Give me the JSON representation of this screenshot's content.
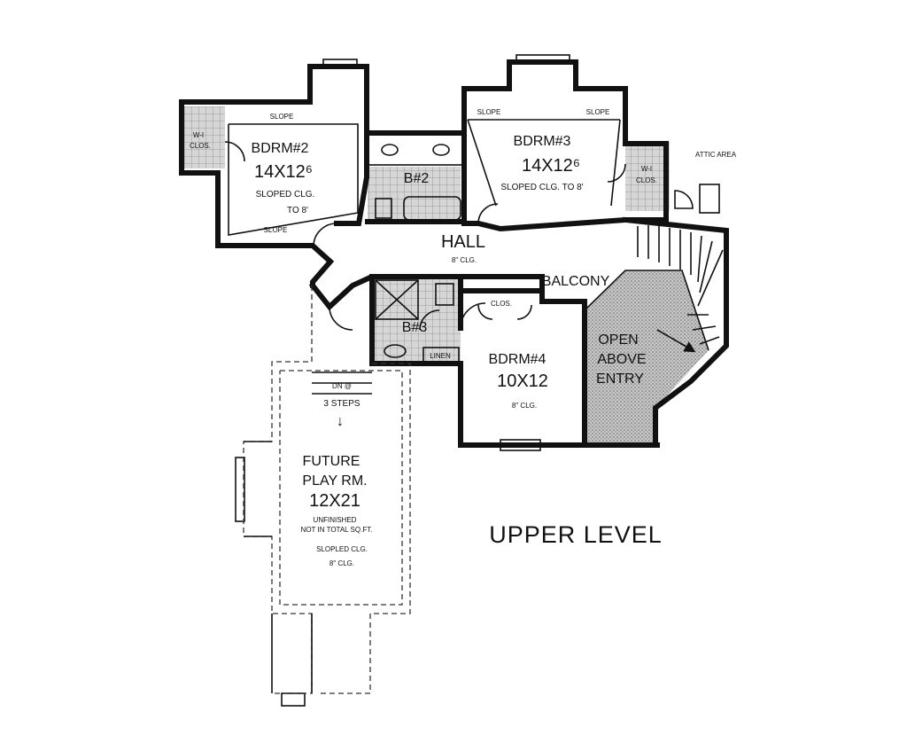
{
  "title": "UPPER LEVEL",
  "rooms": {
    "bdrm2": {
      "name": "BDRM#2",
      "size": "14X12⁶",
      "note1": "SLOPED CLG.",
      "note2": "TO 8'"
    },
    "bdrm3": {
      "name": "BDRM#3",
      "size": "14X12⁶",
      "note": "SLOPED CLG.  TO 8'"
    },
    "bdrm4": {
      "name": "BDRM#4",
      "size": "10X12",
      "note": "8\" CLG."
    },
    "bath2": {
      "name": "B#2"
    },
    "bath3": {
      "name": "B#3"
    },
    "hall": {
      "name": "HALL",
      "note": "8\" CLG."
    },
    "balcony": {
      "name": "BALCONY"
    },
    "open_above": {
      "line1": "OPEN",
      "line2": "ABOVE",
      "line3": "ENTRY"
    },
    "attic": {
      "name": "ATTIC AREA"
    },
    "play": {
      "line1": "FUTURE",
      "line2": "PLAY RM.",
      "size": "12X21",
      "note1": "UNFINISHED",
      "note2": "NOT IN TOTAL SQ.FT.",
      "note3": "SLOPLED CLG.",
      "note4": "8\" CLG.",
      "steps1": "DN @",
      "steps2": "3 STEPS"
    }
  },
  "small_labels": {
    "slope": "SLOPE",
    "wi1": "W-I",
    "wi_clos": "CLOS.",
    "clos": "CLOS.",
    "linen": "LINEN"
  },
  "colors": {
    "ink": "#111111",
    "paper": "#ffffff",
    "hatch": "#777777"
  }
}
